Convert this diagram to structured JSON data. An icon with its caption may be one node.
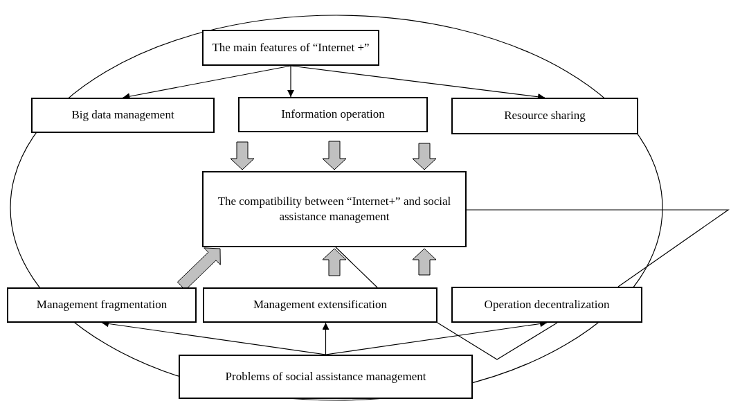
{
  "diagram": {
    "nodes": [
      {
        "text": [
          "The main features of “Internet +”"
        ]
      },
      {
        "text": [
          "Big data management"
        ]
      },
      {
        "text": [
          "Information operation"
        ]
      },
      {
        "text": [
          "Resource sharing"
        ]
      },
      {
        "text": [
          "The compatibility between “Internet+” and social assistance management"
        ]
      },
      {
        "text": [
          "Management fragmentation"
        ]
      },
      {
        "text": [
          "Management extensification"
        ]
      },
      {
        "text": [
          "Operation decentralization"
        ]
      },
      {
        "text": [
          "Problems of social assistance management"
        ]
      }
    ],
    "edges": [
      {
        "from": 0,
        "to": 1,
        "arrow": "to"
      },
      {
        "from": 0,
        "to": 2,
        "arrow": "to"
      },
      {
        "from": 0,
        "to": 3,
        "arrow": "to"
      },
      {
        "from": 1,
        "to": 4,
        "arrow": "to",
        "style": "thick",
        "color": "#c0c0c0"
      },
      {
        "from": 2,
        "to": 4,
        "arrow": "to",
        "style": "thick",
        "color": "#c0c0c0"
      },
      {
        "from": 3,
        "to": 4,
        "arrow": "to",
        "style": "thick",
        "color": "#c0c0c0"
      },
      {
        "from": 5,
        "to": 4,
        "arrow": "to",
        "style": "thick",
        "color": "#c0c0c0"
      },
      {
        "from": 6,
        "to": 4,
        "arrow": "to",
        "style": "thick",
        "color": "#c0c0c0"
      },
      {
        "from": 7,
        "to": 4,
        "arrow": "to",
        "style": "thick",
        "color": "#c0c0c0"
      },
      {
        "from": 8,
        "to": 5,
        "arrow": "to"
      },
      {
        "from": 8,
        "to": 6,
        "arrow": "to"
      },
      {
        "from": 8,
        "to": 7,
        "arrow": "to"
      },
      {
        "from": 4,
        "to": 7,
        "arrow": "none"
      },
      {
        "from": 6,
        "to": 7,
        "arrow": "none"
      },
      {
        "from": 4,
        "to": 6,
        "arrow": "none"
      }
    ]
  }
}
